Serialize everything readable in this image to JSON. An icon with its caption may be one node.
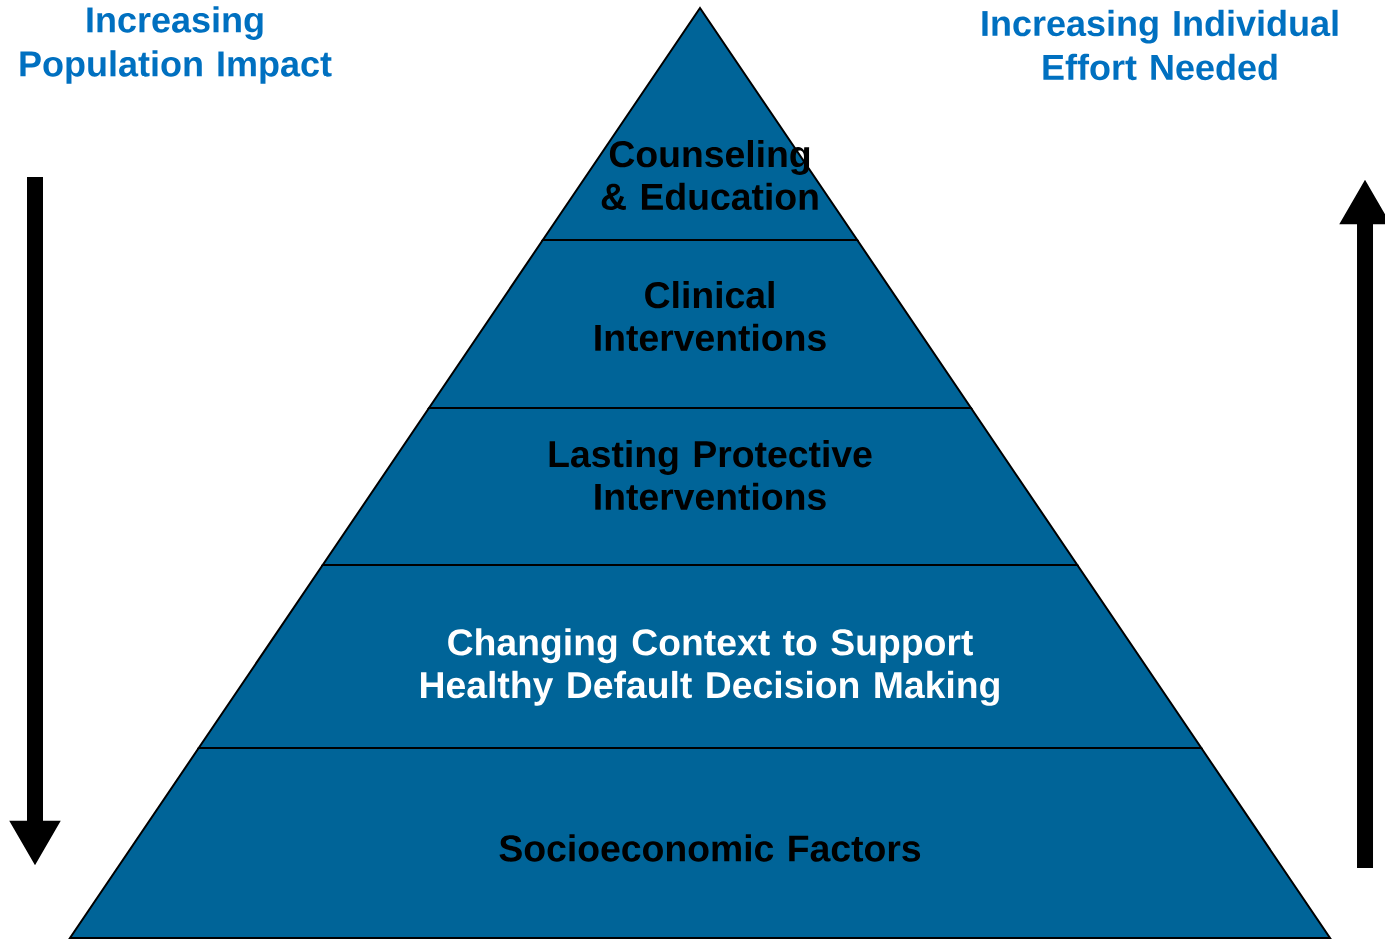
{
  "diagram": {
    "nodes": [
      {
        "text": [
          "Counseling & Education"
        ]
      },
      {
        "text": [
          "Clinical Interventions"
        ]
      },
      {
        "text": [
          "Lasting Protective Interventions"
        ]
      },
      {
        "text": [
          "Changing Context to Support Healthy Default Decision Making"
        ]
      },
      {
        "text": [
          "Socioeconomic Factors"
        ]
      }
    ],
    "labels": [
      "Increasing Population Impact",
      "Increasing Individual Effort Needed"
    ]
  }
}
